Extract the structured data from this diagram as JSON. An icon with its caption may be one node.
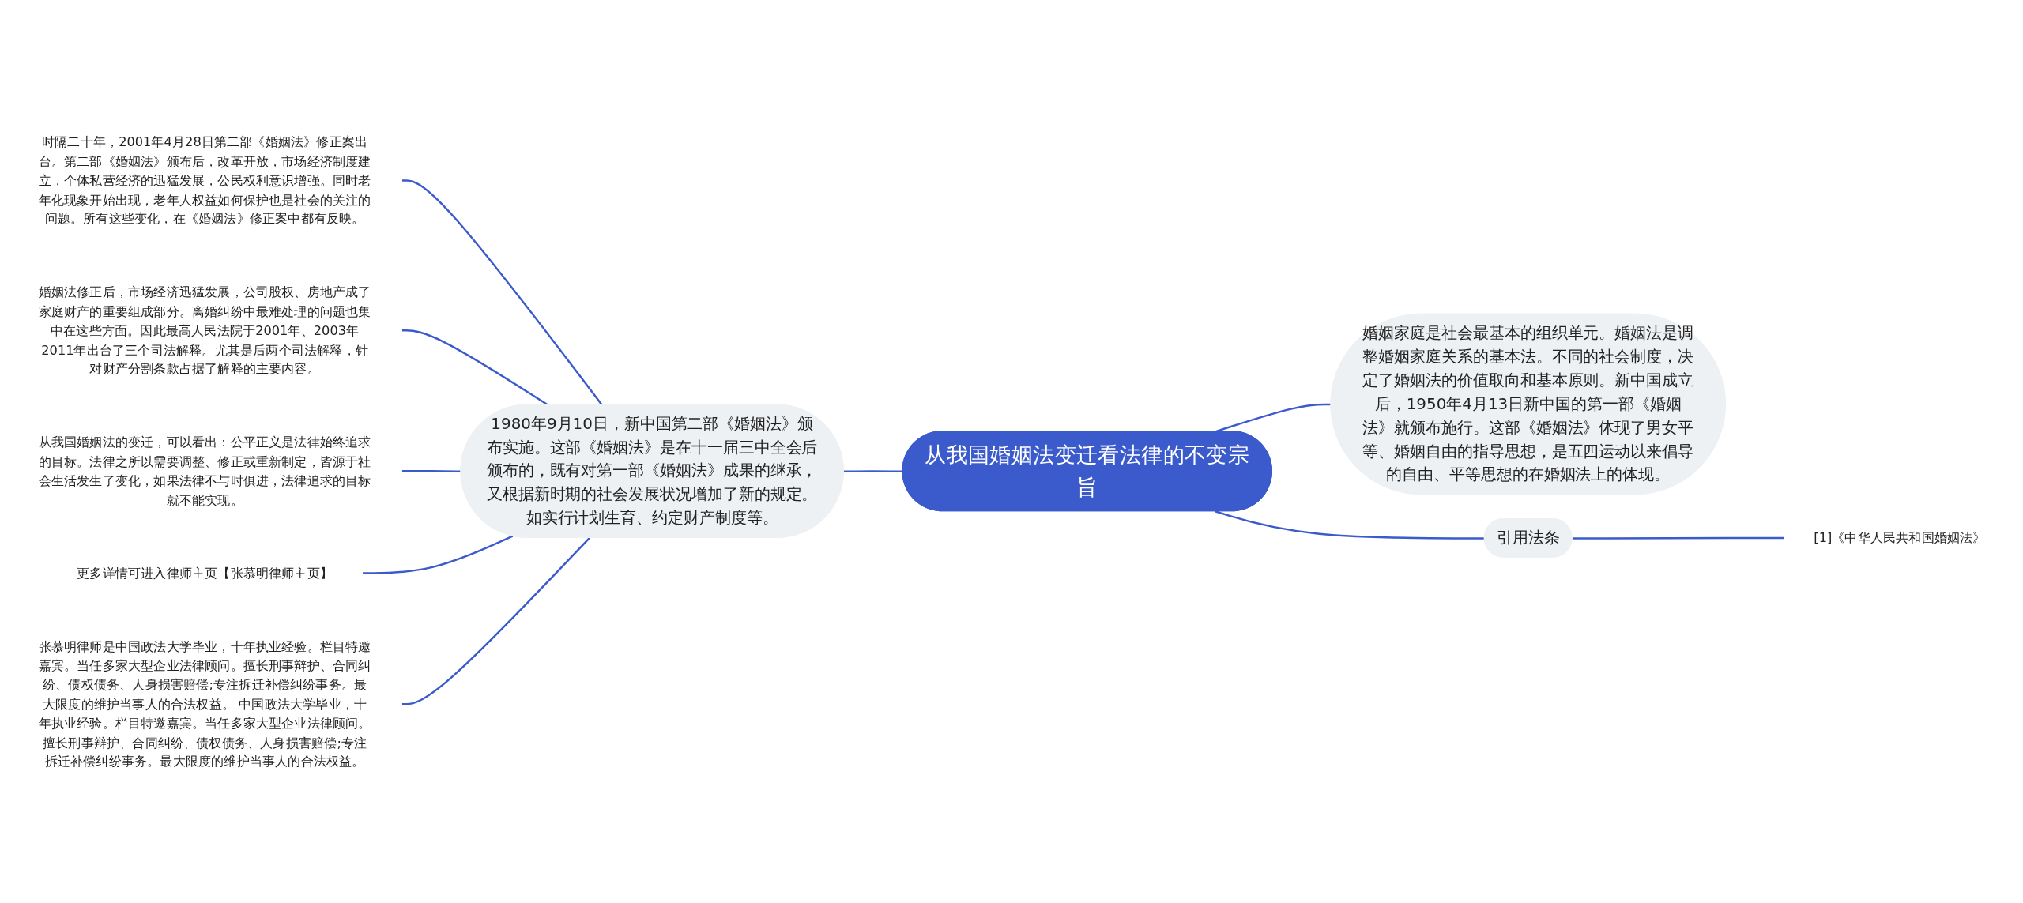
{
  "diagram": {
    "nodes": [
      {
        "text": [
          "从我国婚姻法变迁看法律的不变宗旨"
        ]
      },
      {
        "text": [
          "1980年9月10日，新中国第二部《婚姻法》颁布实施。这部《婚姻法》是在十一届三中全会后颁布的，既有对第一部《婚姻法》成果的继承，又根据新时期的社会发展状况增加了新的规定。如实行计划生育、约定财产制度等。"
        ]
      },
      {
        "text": [
          "时隔二十年，2001年4月28日第二部《婚姻法》修正案出台。第二部《婚姻法》颁布后，改革开放，市场经济制度建立，个体私营经济的迅猛发展，公民权利意识增强。同时老年化现象开始出现，老年人权益如何保护也是社会的关注的问题。所有这些变化，在《婚姻法》修正案中都有反映。"
        ]
      },
      {
        "text": [
          "婚姻法修正后，市场经济迅猛发展，公司股权、房地产成了家庭财产的重要组成部分。离婚纠纷中最难处理的问题也集中在这些方面。因此最高人民法院于2001年、2003年2011年出台了三个司法解释。尤其是后两个司法解释，针对财产分割条款占据了解释的主要内容。"
        ]
      },
      {
        "text": [
          "从我国婚姻法的变迁，可以看出：公平正义是法律始终追求的目标。法律之所以需要调整、修正或重新制定，皆源于社会生活发生了变化，如果法律不与时俱进，法律追求的目标就不能实现。"
        ]
      },
      {
        "text": [
          "更多详情可进入律师主页【张慕明律师主页】"
        ]
      },
      {
        "text": [
          "张慕明律师是中国政法大学毕业，十年执业经验。栏目特邀嘉宾。当任多家大型企业法律顾问。擅长刑事辩护、合同纠纷、债权债务、人身损害赔偿;专注拆迁补偿纠纷事务。最大限度的维护当事人的合法权益。 中国政法大学毕业，十年执业经验。栏目特邀嘉宾。当任多家大型企业法律顾问。擅长刑事辩护、合同纠纷、债权债务、人身损害赔偿;专注拆迁补偿纠纷事务。最大限度的维护当事人的合法权益。"
        ]
      },
      {
        "text": [
          "婚姻家庭是社会最基本的组织单元。婚姻法是调整婚姻家庭关系的基本法。不同的社会制度，决定了婚姻法的价值取向和基本原则。新中国成立后，1950年4月13日新中国的第一部《婚姻法》就颁布施行。这部《婚姻法》体现了男女平等、婚姻自由的指导思想，是五四运动以来倡导的自由、平等思想的在婚姻法上的体现。"
        ]
      },
      {
        "text": [
          "引用法条"
        ]
      },
      {
        "text": [
          "[1]《中华人民共和国婚姻法》"
        ]
      }
    ],
    "edges": [
      {
        "from": 0,
        "to": 1,
        "arrow": "none"
      },
      {
        "from": 1,
        "to": 2,
        "arrow": "none"
      },
      {
        "from": 1,
        "to": 3,
        "arrow": "none"
      },
      {
        "from": 1,
        "to": 4,
        "arrow": "none"
      },
      {
        "from": 1,
        "to": 5,
        "arrow": "none"
      },
      {
        "from": 1,
        "to": 6,
        "arrow": "none"
      },
      {
        "from": 0,
        "to": 7,
        "arrow": "none"
      },
      {
        "from": 0,
        "to": 8,
        "arrow": "none"
      },
      {
        "from": 8,
        "to": 9,
        "arrow": "none"
      }
    ]
  }
}
